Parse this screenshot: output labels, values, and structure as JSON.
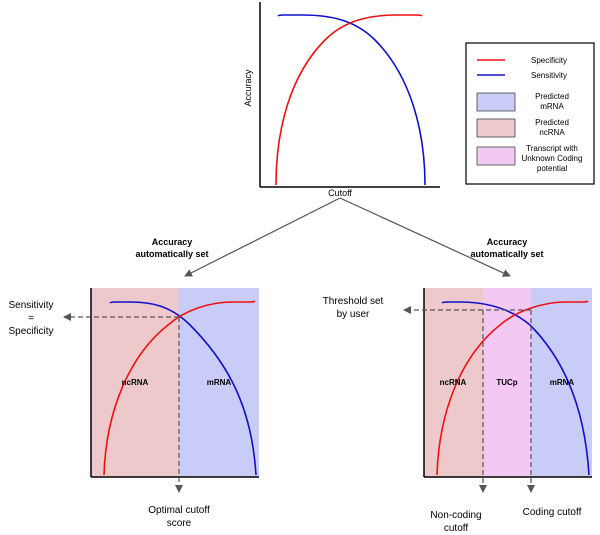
{
  "top_chart": {
    "ylabel": "Accuracy",
    "xlabel": "Cutoff"
  },
  "legend": {
    "specificity": "Specificity",
    "sensitivity": "Sensitivity",
    "predicted_mrna": [
      "Predicted",
      "mRNA"
    ],
    "predicted_ncrna": [
      "Predicted",
      "ncRNA"
    ],
    "tucp": [
      "Transcript with",
      "Unknown Coding",
      "potential"
    ]
  },
  "left_branch": {
    "caption": [
      "Accuracy",
      "automatically set"
    ],
    "side_label": [
      "Sensitivity",
      "=",
      "Specificity"
    ],
    "region_ncrna": "ncRNA",
    "region_mrna": "mRNA",
    "bottom_label": [
      "Optimal cutoff",
      "score"
    ]
  },
  "right_branch": {
    "caption": [
      "Accuracy",
      "automatically set"
    ],
    "side_label": [
      "Threshold set",
      "by user"
    ],
    "region_ncrna": "ncRNA",
    "region_tucp": "TUCp",
    "region_mrna": "mRNA",
    "bottom_noncoding": [
      "Non-coding",
      "cutoff"
    ],
    "bottom_coding": "Coding cutoff"
  },
  "colors": {
    "specificity": "#ee1111",
    "sensitivity": "#1111cc",
    "mrna_fill": "#c8ccf6",
    "ncrna_fill": "#eec9cb",
    "tucp_fill": "#f3c9f3",
    "arrow": "#555555"
  }
}
